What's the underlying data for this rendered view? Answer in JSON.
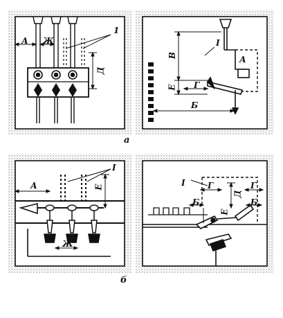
{
  "figure": {
    "captions": {
      "top": "а",
      "bottom": "б"
    },
    "panel_a_left": {
      "A": "А",
      "Zh": "Ж",
      "D": "Д",
      "one": "1"
    },
    "panel_a_right": {
      "V": "В",
      "I": "I",
      "A": "А",
      "E": "Е",
      "G": "Г",
      "B": "Б"
    },
    "panel_b_left": {
      "A": "А",
      "E": "Е",
      "I": "I",
      "Zh": "Ж"
    },
    "panel_b_right": {
      "I": "I",
      "G1": "Г",
      "D": "Д",
      "G2": "Г",
      "B1": "Б",
      "E": "Е",
      "B2": "Б"
    }
  }
}
